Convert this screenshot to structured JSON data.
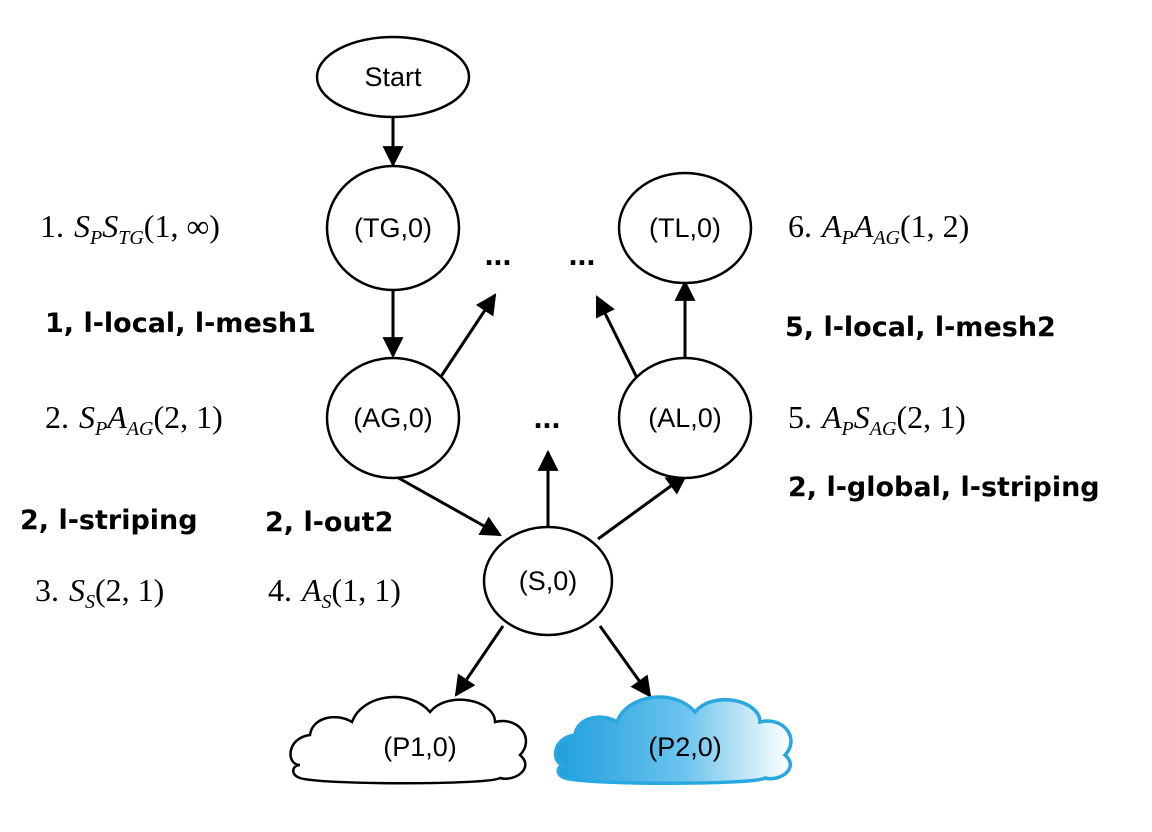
{
  "nodes": {
    "start": "Start",
    "tg": "(TG,0)",
    "tl": "(TL,0)",
    "ag": "(AG,0)",
    "al": "(AL,0)",
    "s": "(S,0)",
    "p1": "(P1,0)",
    "p2": "(P2,0)"
  },
  "ellipsis": "...",
  "edge_labels": {
    "tg_ag": "1, l-local, l-mesh1",
    "al_tl": "5, l-local, l-mesh2",
    "al_s": "2, l-global, l-striping",
    "s_left": "2, l-striping",
    "ag_s": "2, l-out2"
  },
  "formulas": {
    "f1": {
      "num": "1.",
      "a": "S",
      "a_sub": "P",
      "b": "S",
      "b_sub": "TG",
      "args": "(1, ∞)"
    },
    "f2": {
      "num": "2.",
      "a": "S",
      "a_sub": "P",
      "b": "A",
      "b_sub": "AG",
      "args": "(2, 1)"
    },
    "f3": {
      "num": "3.",
      "a": "S",
      "a_sub": "S",
      "args": "(2, 1)"
    },
    "f4": {
      "num": "4.",
      "a": "A",
      "a_sub": "S",
      "args": "(1, 1)"
    },
    "f5": {
      "num": "5.",
      "a": "A",
      "a_sub": "P",
      "b": "S",
      "b_sub": "AG",
      "args": "(2, 1)"
    },
    "f6": {
      "num": "6.",
      "a": "A",
      "a_sub": "P",
      "b": "A",
      "b_sub": "AG",
      "args": "(1, 2)"
    }
  },
  "colors": {
    "stroke": "#000000",
    "highlight_stroke": "#29a8e0",
    "highlight_fill": "#3aaee6"
  }
}
